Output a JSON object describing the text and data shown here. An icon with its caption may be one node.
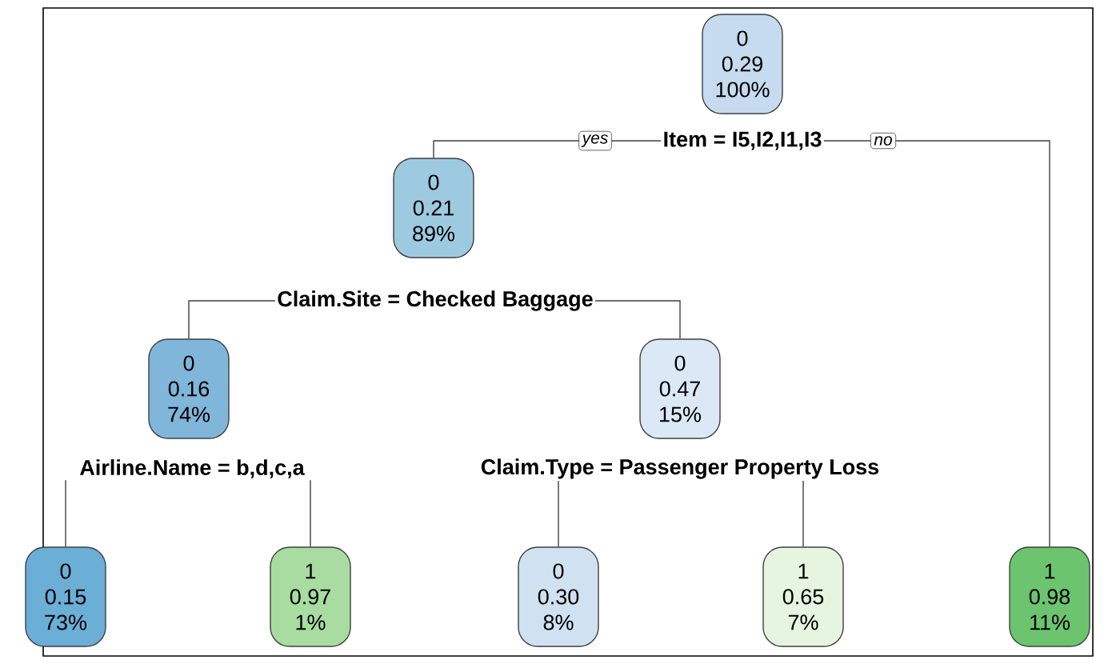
{
  "diagram": {
    "nodes": [
      {
        "text": [
          "0",
          "0.29",
          "100%"
        ],
        "beside": [
          "Item = I5,I2,I1,I3"
        ]
      },
      {
        "text": [
          "0",
          "0.21",
          "89%"
        ],
        "beside": [
          "Claim.Site = Checked Baggage"
        ]
      },
      {
        "text": [
          "0",
          "0.16",
          "74%"
        ],
        "beside": [
          "Airline.Name = b,d,c,a"
        ]
      },
      {
        "text": [
          "0",
          "0.47",
          "15%"
        ],
        "beside": [
          "Claim.Type = Passenger Property Loss"
        ]
      },
      {
        "text": [
          "0",
          "0.15",
          "73%"
        ]
      },
      {
        "text": [
          "1",
          "0.97",
          "1%"
        ]
      },
      {
        "text": [
          "0",
          "0.30",
          "8%"
        ]
      },
      {
        "text": [
          "1",
          "0.65",
          "7%"
        ]
      },
      {
        "text": [
          "1",
          "0.98",
          "11%"
        ]
      }
    ],
    "edges": [
      {
        "from": 0,
        "to": 1,
        "arrow": "none",
        "label": "yes"
      },
      {
        "from": 0,
        "to": 8,
        "arrow": "none",
        "label": "no"
      },
      {
        "from": 1,
        "to": 2,
        "arrow": "none"
      },
      {
        "from": 1,
        "to": 3,
        "arrow": "none"
      },
      {
        "from": 2,
        "to": 4,
        "arrow": "none"
      },
      {
        "from": 2,
        "to": 5,
        "arrow": "none"
      },
      {
        "from": 3,
        "to": 6,
        "arrow": "none"
      },
      {
        "from": 3,
        "to": 7,
        "arrow": "none"
      }
    ]
  }
}
